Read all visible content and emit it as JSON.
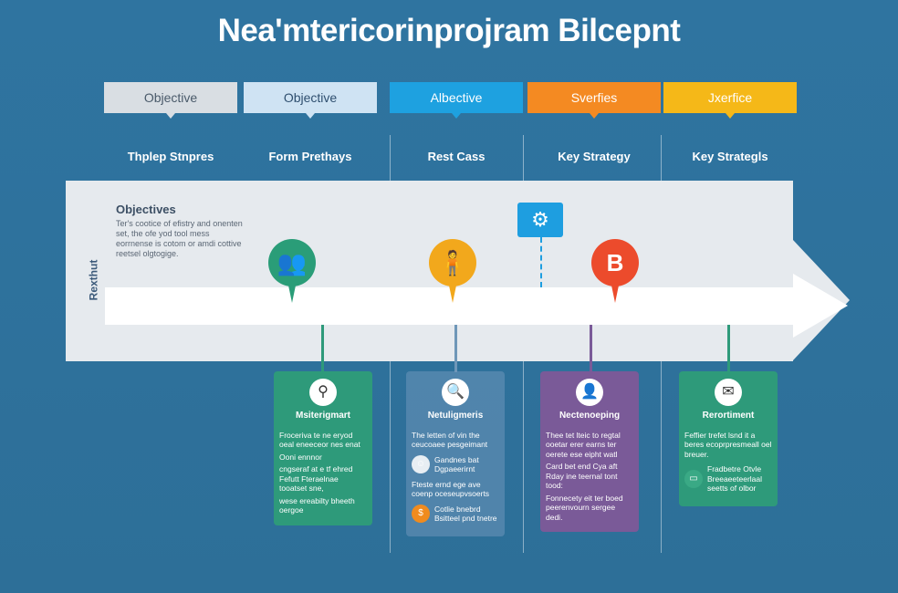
{
  "title": "Nea'mtericorinprojram Bilcepnt",
  "headers": [
    {
      "label": "Objective",
      "bg": "#d9dee3",
      "fg": "#4a5a6a"
    },
    {
      "label": "Objective",
      "bg": "#cfe3f3",
      "fg": "#2f4f6f"
    },
    {
      "label": "Albective",
      "bg": "#1ea1e0",
      "fg": "#ffffff"
    },
    {
      "label": "Sverfies",
      "bg": "#f48a22",
      "fg": "#ffffff"
    },
    {
      "label": "Jxerfice",
      "bg": "#f5b818",
      "fg": "#ffffff"
    }
  ],
  "subheadings": [
    "Thplep Stnpres",
    "Form Prethays",
    "Rest Cass",
    "Key Strategy",
    "Key Strategls"
  ],
  "objectives": {
    "heading": "Objectives",
    "body": "Ter's cootice of efistry and onenten set, the ofe yod tool mess eorrnense is cotom or amdi cottive reetsel olgtogige."
  },
  "vertical_label": "Rexthut",
  "pins": [
    {
      "icon": "people-icon",
      "color": "#2a9d78",
      "glyph": "👥"
    },
    {
      "icon": "person-icon",
      "color": "#f2a81c",
      "glyph": "🧍"
    },
    {
      "icon": "letter-b",
      "color": "#ec4b2c",
      "glyph": "B"
    }
  ],
  "gear_icon": "gear-icon",
  "cards": [
    {
      "title": "Msiterigmart",
      "color": "#2e9a7a",
      "icon": "key-icon",
      "glyph": "⚲",
      "lines": [
        "Froceriva te ne eryod oeal eneeceor nes enat",
        "Ooni ennnor",
        "cngseraf at e tf ehred Fefutt Fteraelnae tooatset sne,",
        "wese ereabilty bheeth oergoe"
      ]
    },
    {
      "title": "Netuligmeris",
      "color": "rgba(110,150,185,.55)",
      "icon": "search-icon",
      "glyph": "🔍",
      "lines": [
        "The letten of vin the ceucoaee pesgeimant"
      ],
      "rows": [
        {
          "text": "Gandnes bat Dgpaeerirnt",
          "icon": "face-icon",
          "glyph": "☺",
          "bg": "#e8eef3"
        }
      ],
      "lines2": [
        "Fteste ernd ege ave coenp oceseupvsoerts"
      ],
      "rows2": [
        {
          "text": "Cotlie bnebrd Bsitteel pnd tnetre",
          "icon": "coin-icon",
          "glyph": "$",
          "bg": "#f08b1e"
        }
      ]
    },
    {
      "title": "Nectenoeping",
      "color": "#7a5a98",
      "icon": "user-icon",
      "glyph": "👤",
      "lines": [
        "Thee tet lteic to regtal ooetar erer earns ter oerete ese eipht watl",
        "Card bet end Cya aft Rday ine teernal tont tood:",
        "Fonnecety eit ter boed peerenvourn sergee dedi."
      ]
    },
    {
      "title": "Rerortiment",
      "color": "#2e9a7a",
      "icon": "mail-icon",
      "glyph": "✉",
      "lines": [
        "Feffier trefet lsnd it a beres ecoprpresmeall oel breuer."
      ],
      "rows": [
        {
          "text": "Fradbetre Otvle Breeaeeteerlaal seetts of olbor",
          "icon": "chat-icon",
          "glyph": "▭",
          "bg": "#3aa985"
        }
      ]
    }
  ]
}
